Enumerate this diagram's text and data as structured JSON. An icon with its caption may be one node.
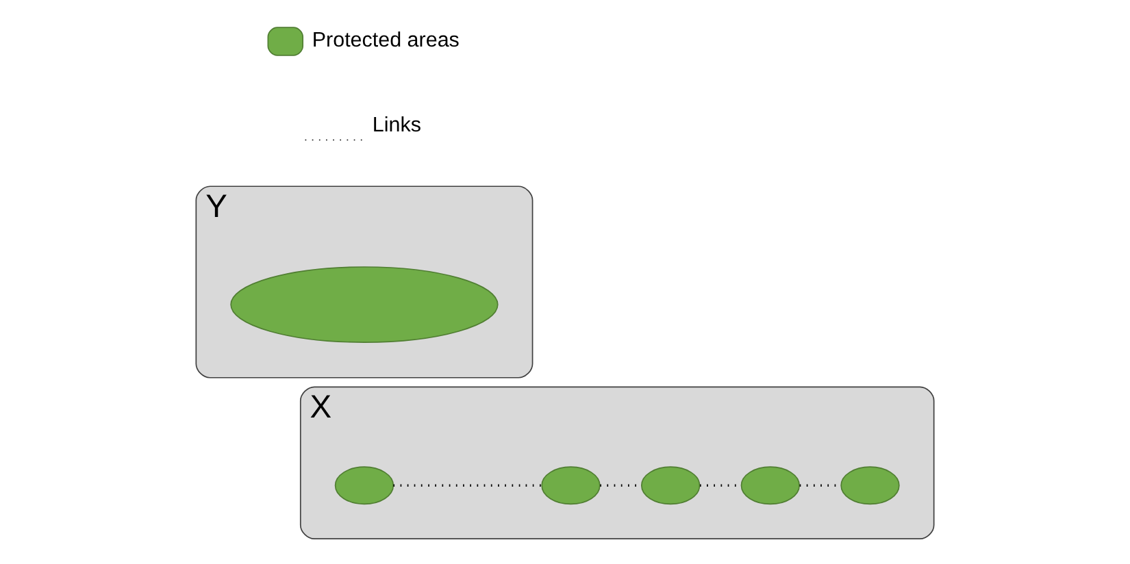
{
  "diagram": {
    "nodes": [
      {
        "text": [
          "X"
        ]
      },
      {
        "text": [],
        "shape": "ellipse",
        "in": 0
      },
      {
        "text": [],
        "shape": "ellipse",
        "in": 0
      },
      {
        "text": [],
        "shape": "ellipse",
        "in": 0
      },
      {
        "text": [],
        "shape": "ellipse",
        "in": 0
      },
      {
        "text": [],
        "shape": "ellipse",
        "in": 0
      },
      {
        "text": [
          "Y"
        ]
      },
      {
        "text": [],
        "shape": "blob",
        "in": 6
      }
    ],
    "edges": [
      {
        "from": 1,
        "to": 2,
        "arrow": "none",
        "style": "dashed"
      },
      {
        "from": 2,
        "to": 3,
        "arrow": "none",
        "style": "dashed"
      },
      {
        "from": 3,
        "to": 4,
        "arrow": "none",
        "style": "dashed"
      },
      {
        "from": 4,
        "to": 5,
        "arrow": "none",
        "style": "dashed"
      }
    ],
    "legend": [
      {
        "text": "Protected areas",
        "color": "#70ad47"
      },
      {
        "text": "Links"
      }
    ]
  }
}
